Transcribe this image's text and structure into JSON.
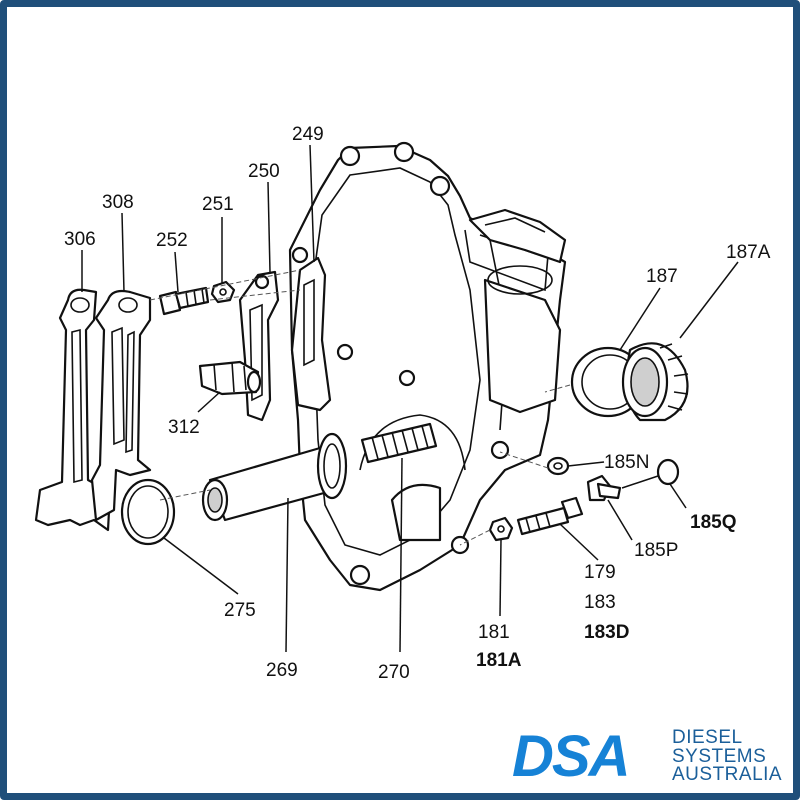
{
  "labels": {
    "l249": "249",
    "l250": "250",
    "l251": "251",
    "l252": "252",
    "l306": "306",
    "l308": "308",
    "l312": "312",
    "l275": "275",
    "l269": "269",
    "l270": "270",
    "l181": "181",
    "l181a": "181A",
    "l179": "179",
    "l183": "183",
    "l183d": "183D",
    "l185n": "185N",
    "l185p": "185P",
    "l185q": "185Q",
    "l187": "187",
    "l187a": "187A"
  },
  "logo": {
    "mark": "DSA",
    "line1": "DIESEL",
    "line2": "SYSTEMS",
    "line3": "AUSTRALIA"
  },
  "colors": {
    "border": "#1f4f7a",
    "logo_blue": "#1682d6",
    "logo_text": "#1b5f9a"
  }
}
